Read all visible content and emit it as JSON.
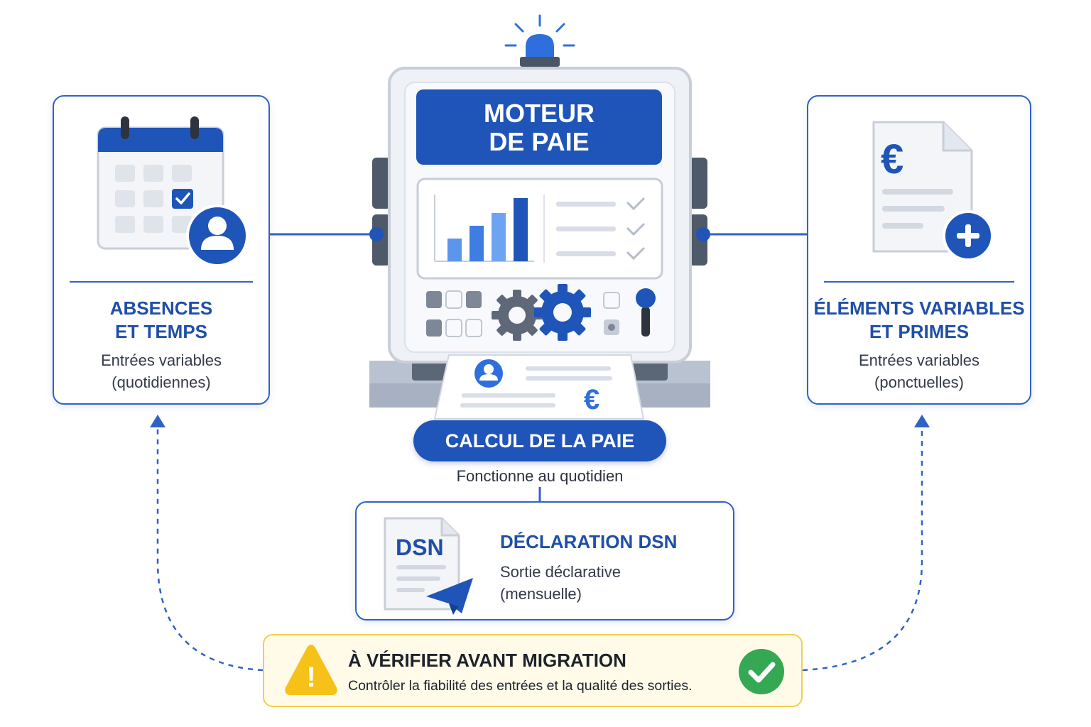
{
  "engine": {
    "title_line1": "MOTEUR",
    "title_line2": "DE PAIE",
    "calc_label": "CALCUL DE LA PAIE",
    "calc_sub": "Fonctionne au quotidien"
  },
  "left_card": {
    "title_line1": "ABSENCES",
    "title_line2": "ET TEMPS",
    "sub_line1": "Entrées variables",
    "sub_line2": "(quotidiennes)"
  },
  "right_card": {
    "title_line1": "ÉLÉMENTS VARIABLES",
    "title_line2": "ET PRIMES",
    "sub_line1": "Entrées variables",
    "sub_line2": "(ponctuelles)",
    "currency_symbol": "€"
  },
  "dsn_card": {
    "doc_label": "DSN",
    "title": "DÉCLARATION DSN",
    "sub_line1": "Sortie déclarative",
    "sub_line2": "(mensuelle)"
  },
  "warning": {
    "title": "À VÉRIFIER AVANT MIGRATION",
    "sub": "Contrôler la fiabilité des entrées et la qualité des sorties.",
    "warn_symbol": "!"
  },
  "payslip": {
    "currency_symbol": "€"
  },
  "colors": {
    "primary": "#1f55b8",
    "accent": "#2f62c4",
    "warning_fill": "#f6c21a",
    "warning_bg": "#fffbe8",
    "success": "#34a853"
  },
  "icons": [
    "calendar-icon",
    "user-icon",
    "document-euro-icon",
    "plus-icon",
    "bar-chart-icon",
    "gear-icon",
    "alarm-light-icon",
    "payslip-icon",
    "dsn-document-icon",
    "paper-plane-icon",
    "warning-icon",
    "check-circle-icon"
  ]
}
